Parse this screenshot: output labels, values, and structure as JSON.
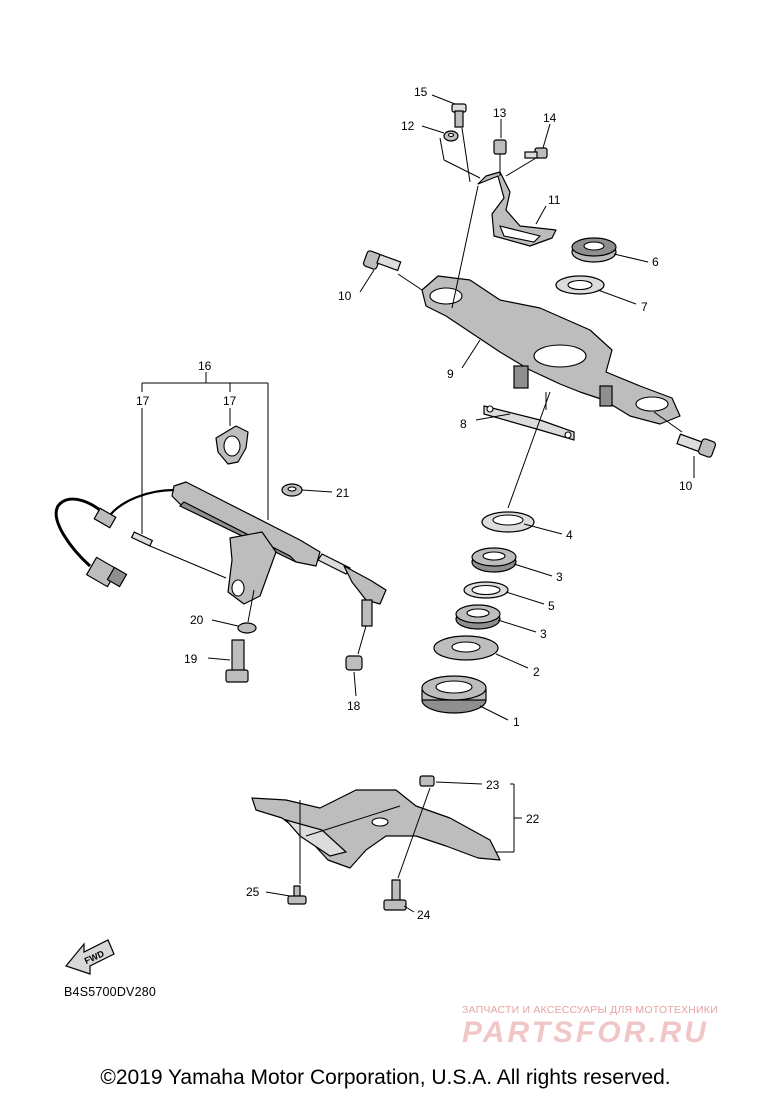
{
  "callouts": [
    "1",
    "2",
    "3",
    "3",
    "4",
    "5",
    "6",
    "7",
    "8",
    "9",
    "10",
    "10",
    "11",
    "12",
    "13",
    "14",
    "15",
    "16",
    "17",
    "17",
    "18",
    "19",
    "20",
    "21",
    "22",
    "23",
    "24",
    "25"
  ],
  "diagram_code": "B4S5700DV280",
  "fwd_badge": "FWD",
  "watermark": {
    "subtitle": "ЗАПЧАСТИ И АКСЕССУАРЫ ДЛЯ МОТОТЕХНИКИ",
    "brand": "PARTSFOR.RU"
  },
  "copyright": "©2019 Yamaha Motor Corporation, U.S.A. All rights reserved."
}
